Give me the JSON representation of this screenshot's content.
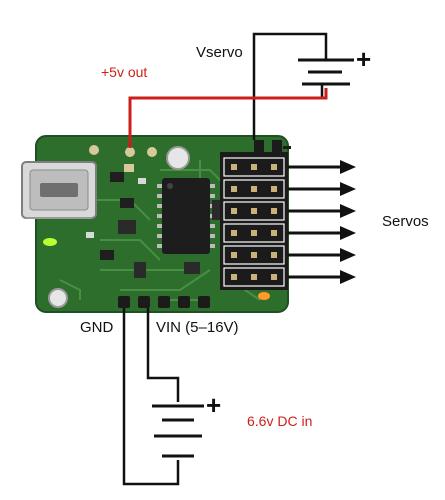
{
  "labels": {
    "vservo": "Vservo",
    "out5v": "+5v out",
    "servos": "Servos",
    "gnd": "GND",
    "vin": "VIN (5–16V)",
    "dc_in": "6.6v DC in",
    "plus": "+"
  },
  "colors": {
    "wire": "#111111",
    "red_wire": "#cc1f1a",
    "pcb": "#2d6e2d",
    "pcb_dark": "#1f4f22",
    "header": "#1b1b1b",
    "pin": "#c9b27a",
    "led_green": "#b8ff33",
    "led_orange": "#ff9a2a"
  },
  "icons": {
    "usb": "usb-connector-icon",
    "chip": "microcontroller-chip-icon",
    "battery": "battery-symbol-icon",
    "arrow": "right-arrow-icon"
  }
}
